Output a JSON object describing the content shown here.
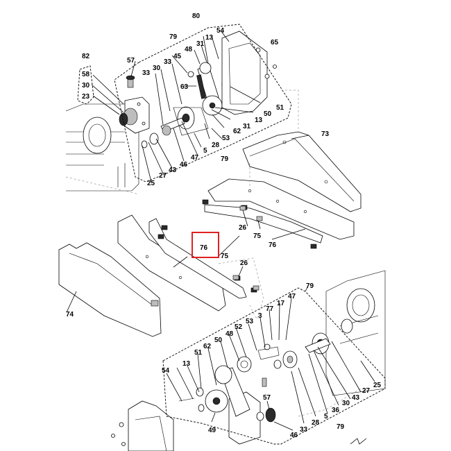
{
  "highlight": {
    "label": "76",
    "color": "#e02020"
  },
  "callouts": {
    "c80": "80",
    "c79a": "79",
    "c54a": "54",
    "c48a": "48",
    "c13a": "13",
    "c31a": "31",
    "c45a": "45",
    "c65": "65",
    "c33a": "33",
    "c30a": "30",
    "c33b": "33",
    "c63": "63",
    "c57a": "57",
    "c82": "82",
    "c58": "58",
    "c30b": "30",
    "c23": "23",
    "c50a": "50",
    "c51a": "51",
    "c13b": "13",
    "c31b": "31",
    "c62a": "62",
    "c53a": "53",
    "c5a": "5",
    "c28a": "28",
    "c79b": "79",
    "c46a": "46",
    "c47a": "47",
    "c43a": "43",
    "c27a": "27",
    "c25a": "25",
    "c73": "73",
    "c26a": "26",
    "c75a": "75",
    "c76a": "76",
    "c76b": "76",
    "c75b": "75",
    "c26b": "26",
    "c74": "74",
    "c79c": "79",
    "c47b": "47",
    "c17": "17",
    "c77": "77",
    "c3": "3",
    "c53b": "53",
    "c52": "52",
    "c48b": "48",
    "c50b": "50",
    "c62b": "62",
    "c51b": "51",
    "c13c": "13",
    "c54b": "54",
    "c49": "49",
    "c57b": "57",
    "c46b": "46",
    "c33c": "33",
    "c28b": "28",
    "c5b": "5",
    "c36": "36",
    "c30c": "30",
    "c43b": "43",
    "c27b": "27",
    "c25b": "25",
    "c79d": "79"
  }
}
